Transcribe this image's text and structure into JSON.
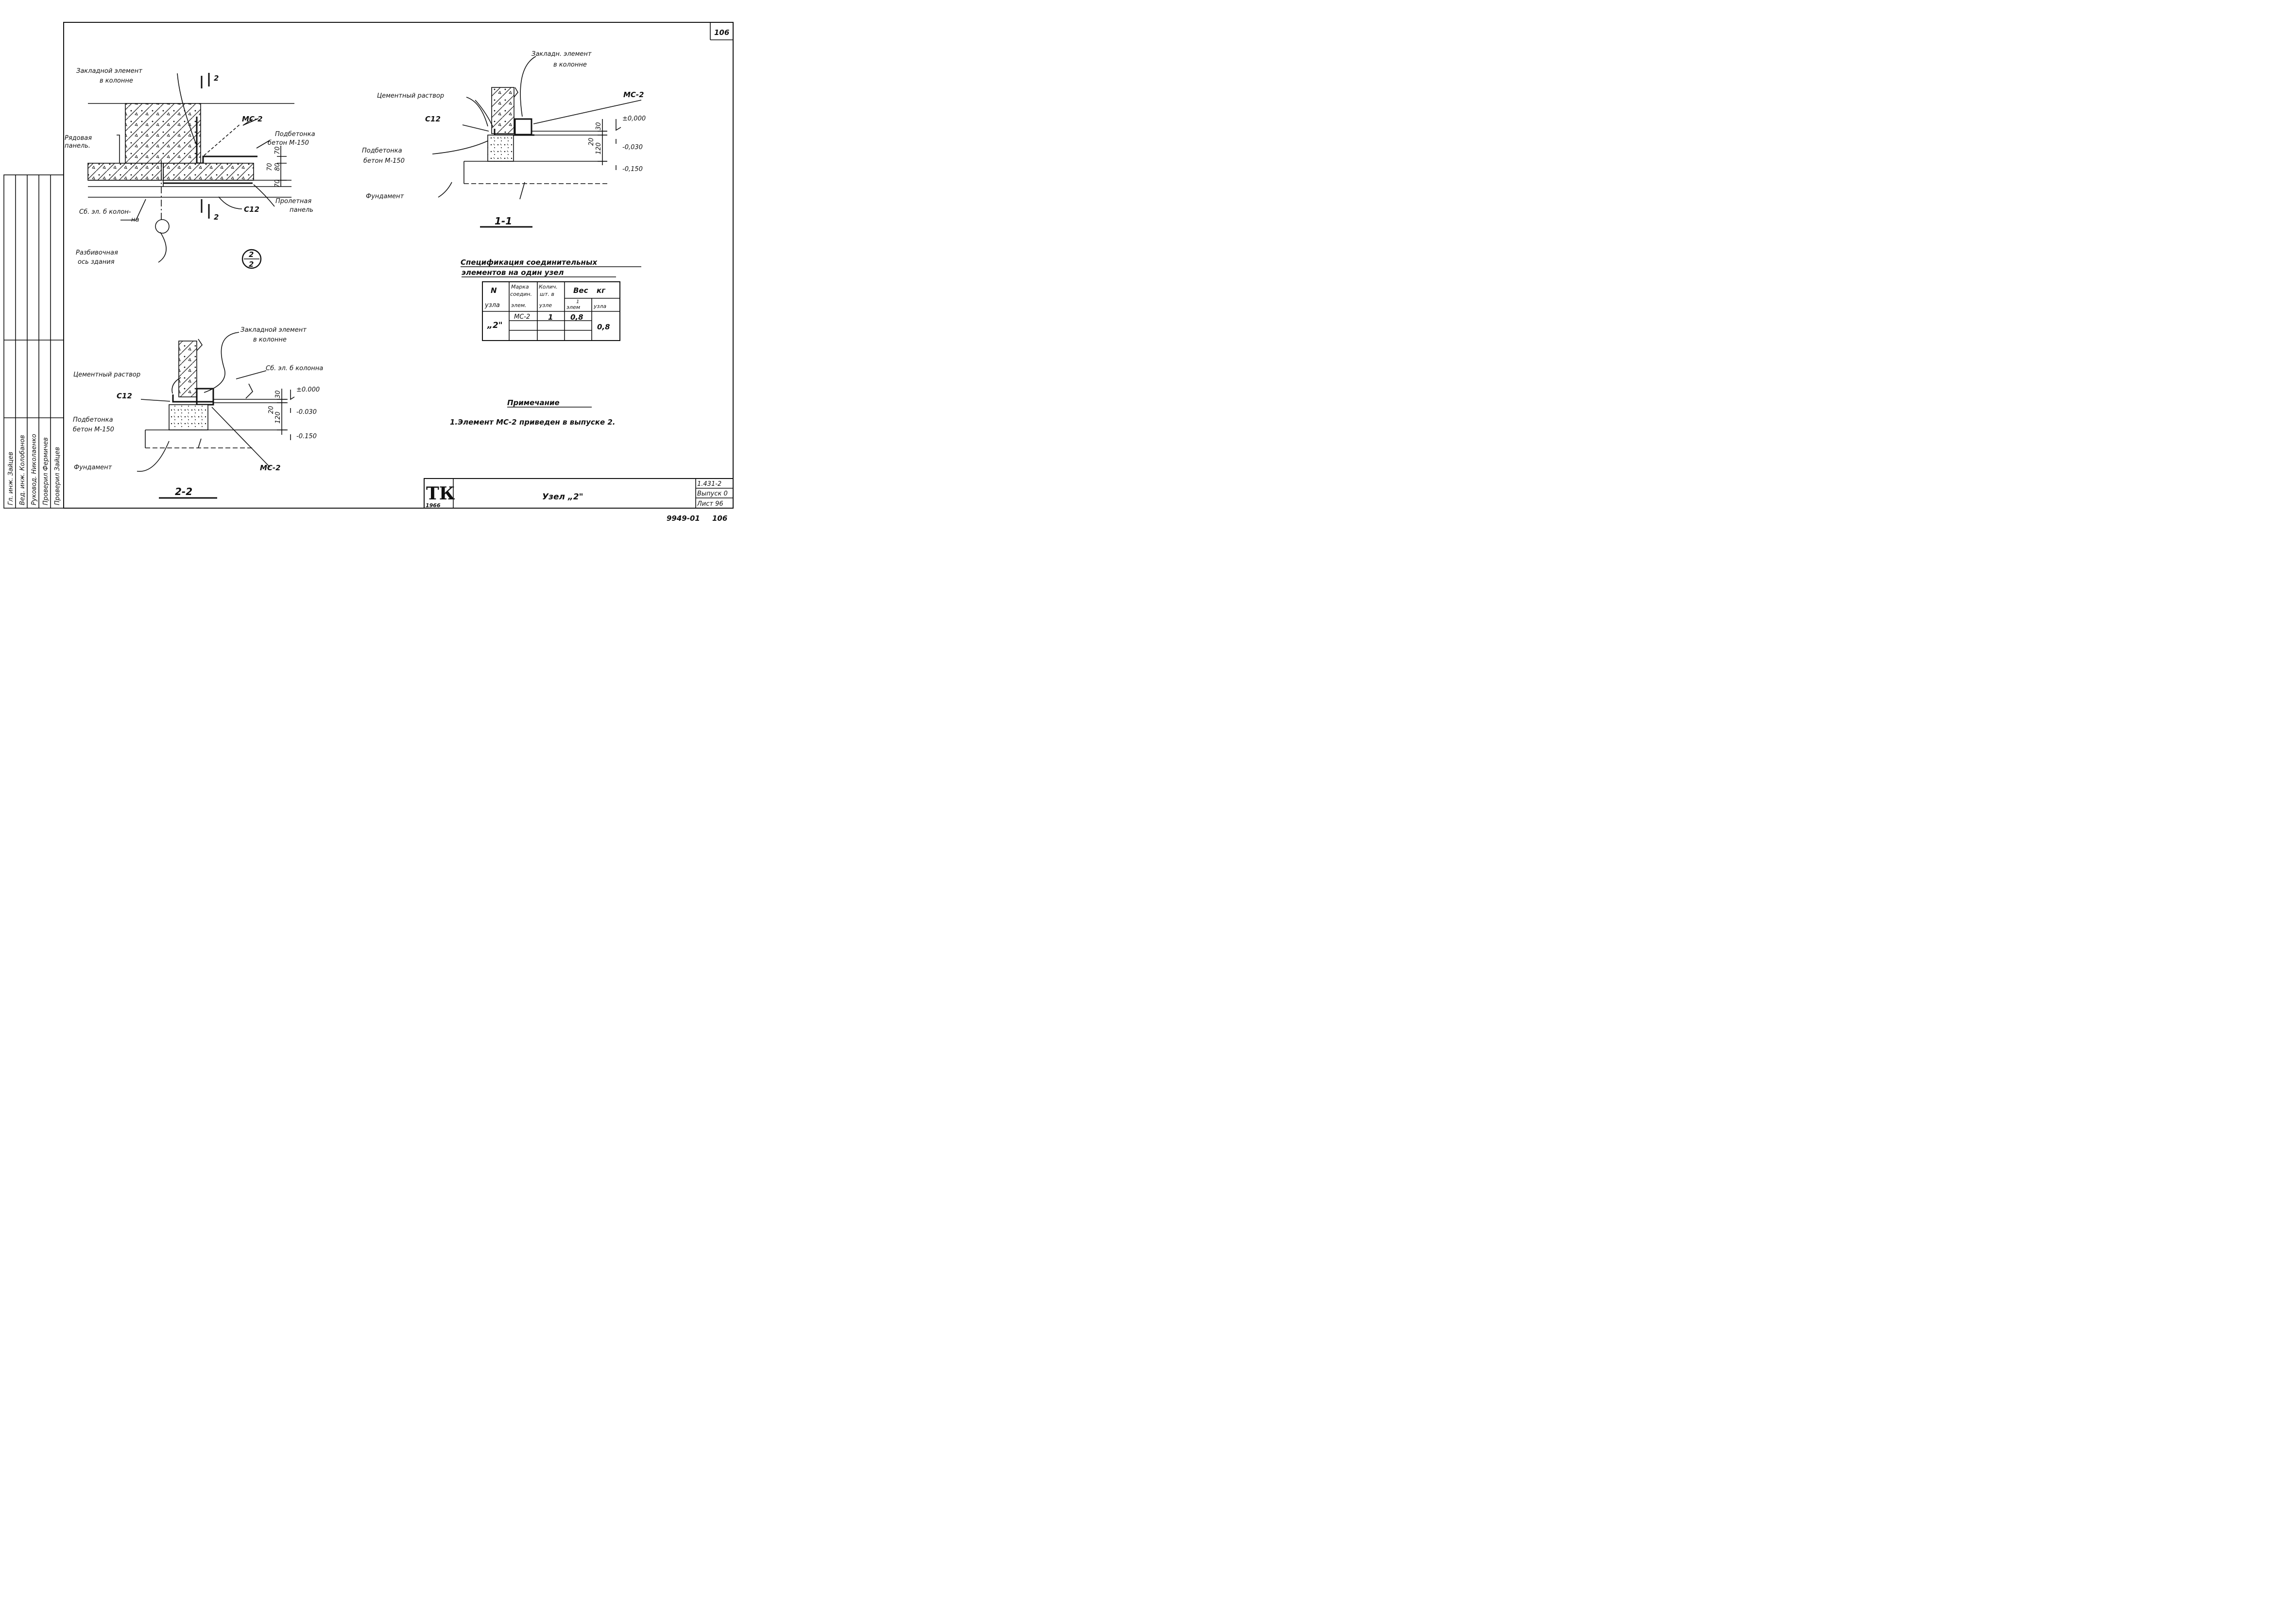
{
  "sheet_number_top": "106",
  "footer_code": "9949-01",
  "footer_sheet": "106",
  "section_2": {
    "label_embedded": "Закладной элемент",
    "label_embedded_2": "в колонне",
    "label_row_panel": "Рядовая",
    "label_row_panel_2": "панель.",
    "label_mc": "МС-2",
    "label_grout": "Подбетонка",
    "label_grout_2": "бетон М-150",
    "label_column": "Сб. эл. б колон-",
    "label_column_2": "на",
    "label_axis": "Разбивочная",
    "label_axis_2": "ось здания",
    "label_span_panel": "Пролетная",
    "label_span_panel_2": "панель",
    "label_c12": "С12",
    "cut_mark": "2",
    "dim_a": "70",
    "dim_b": "80",
    "dim_c": "70",
    "dim_d": "70",
    "circle_top": "2",
    "circle_bottom": "2"
  },
  "section_1_1": {
    "title": "1-1",
    "label_embedded": "Закладн. элемент",
    "label_embedded_2": "в колонне",
    "label_mortar": "Цементный раствор",
    "label_mc": "МС-2",
    "label_c12": "С12",
    "label_grout": "Подбетонка",
    "label_grout_2": "бетон М-150",
    "label_foundation": "Фундамент",
    "level_0": "±0,000",
    "level_1": "-0,030",
    "level_2": "-0,150",
    "dim_a": "30",
    "dim_b": "20",
    "dim_c": "120"
  },
  "section_2_2": {
    "title": "2-2",
    "label_embedded": "Закладной элемент",
    "label_embedded_2": "в колонне",
    "label_mortar": "Цементный раствор",
    "label_column": "Сб. эл. б колонна",
    "label_c12": "С12",
    "label_grout": "Подбетонка",
    "label_grout_2": "бетон М-150",
    "label_foundation": "Фундамент",
    "label_mc": "МС-2",
    "level_0": "±0.000",
    "level_1": "-0.030",
    "level_2": "-0.150",
    "dim_a": "30",
    "dim_b": "20",
    "dim_c": "120"
  },
  "spec": {
    "title_1": "Спецификация соединительных",
    "title_2": "элементов на один узел",
    "head_n": "N",
    "head_n_2": "узла",
    "head_mark": "Марка",
    "head_mark_2": "соедин.",
    "head_mark_3": "элем.",
    "head_qty": "Колич.",
    "head_qty_2": "шт. в",
    "head_qty_3": "узле",
    "head_weight": "Вес",
    "head_weight_unit": "кг",
    "head_w1": "1",
    "head_w1_2": "элем",
    "head_w2": "узла",
    "row_node": "„2\"",
    "row_mark": "МС-2",
    "row_qty": "1",
    "row_w1": "0,8",
    "row_w2": "0,8"
  },
  "note": {
    "title": "Примечание",
    "text": "1.Элемент МС-2 приведен в выпуске 2."
  },
  "stamp": {
    "logo": "ТК",
    "year": "1966",
    "title": "Узел „2\"",
    "series": "1.431-2",
    "issue": "Выпуск 0",
    "sheet": "Лист 96"
  },
  "side_stamp": {
    "rows": [
      "Гл. инж. Зайцев",
      "Вед. инж. Колобанов",
      "Руковод. Николаенко",
      "Проверил Фермичев",
      "Проверил Зайцев"
    ]
  }
}
